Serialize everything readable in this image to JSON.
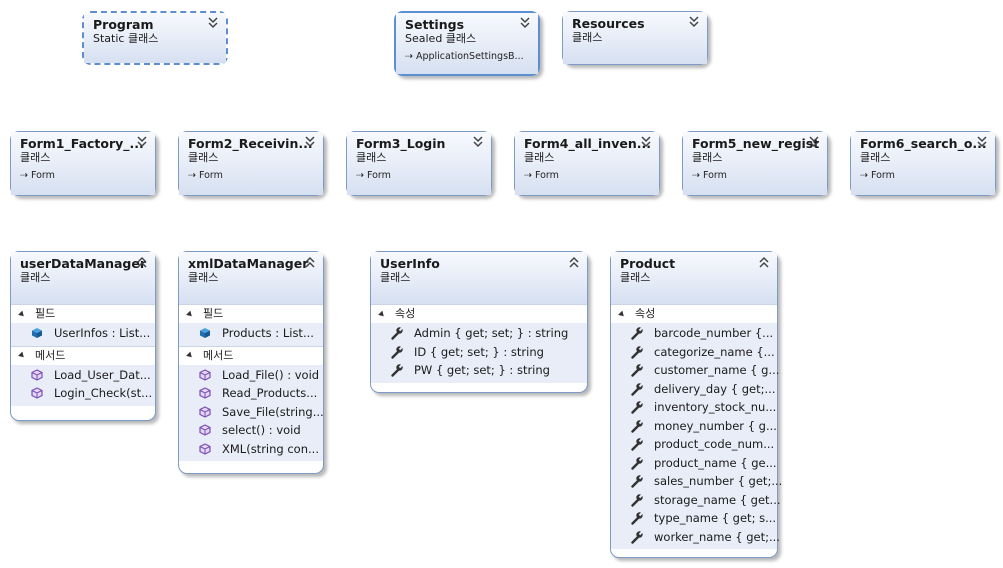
{
  "classes": {
    "program": {
      "name": "Program",
      "kind": "Static 클래스"
    },
    "settings": {
      "name": "Settings",
      "kind": "Sealed 클래스",
      "base": "ApplicationSettingsB..."
    },
    "resources": {
      "name": "Resources",
      "kind": "클래스"
    },
    "form1": {
      "name": "Form1_Factory_...",
      "kind": "클래스",
      "base": "Form"
    },
    "form2": {
      "name": "Form2_Receivin...",
      "kind": "클래스",
      "base": "Form"
    },
    "form3": {
      "name": "Form3_Login",
      "kind": "클래스",
      "base": "Form"
    },
    "form4": {
      "name": "Form4_all_inven...",
      "kind": "클래스",
      "base": "Form"
    },
    "form5": {
      "name": "Form5_new_regist",
      "kind": "클래스",
      "base": "Form"
    },
    "form6": {
      "name": "Form6_search_o...",
      "kind": "클래스",
      "base": "Form"
    },
    "userDataManager": {
      "name": "userDataManager",
      "kind": "클래스",
      "fields_label": "필드",
      "fields": [
        "UserInfos : List..."
      ],
      "methods_label": "메서드",
      "methods": [
        "Load_User_Dat...",
        "Login_Check(st..."
      ]
    },
    "xmlDataManager": {
      "name": "xmlDataManager",
      "kind": "클래스",
      "fields_label": "필드",
      "fields": [
        "Products : List..."
      ],
      "methods_label": "메서드",
      "methods": [
        "Load_File() : void",
        "Read_Products...",
        "Save_File(string...",
        "select() : void",
        "XML(string con..."
      ]
    },
    "userInfo": {
      "name": "UserInfo",
      "kind": "클래스",
      "props_label": "속성",
      "props": [
        "Admin { get; set; } : string",
        "ID { get; set; } : string",
        "PW { get; set; } : string"
      ]
    },
    "product": {
      "name": "Product",
      "kind": "클래스",
      "props_label": "속성",
      "props": [
        "barcode_number {...",
        "categorize_name {...",
        "customer_name { g...",
        "delivery_day { get;...",
        "inventory_stock_nu...",
        "money_number { g...",
        "product_code_num...",
        "product_name { ge...",
        "sales_number { get;...",
        "storage_name { get...",
        "type_name { get; s...",
        "worker_name { get;..."
      ]
    }
  },
  "icons": {
    "expand": "chevron-double-down-icon",
    "collapse": "chevron-double-up-icon",
    "inherits": "inheritance-arrow-icon",
    "field": "field-icon",
    "method": "method-icon",
    "property": "property-wrench-icon"
  },
  "colors": {
    "border": "#7c9bc7",
    "header_top": "#f7f9fd",
    "header_bottom": "#d6e0f1",
    "member_bg": "#e8edf7",
    "field_icon": "#1f6fb0",
    "method_icon": "#7b4fb5"
  }
}
